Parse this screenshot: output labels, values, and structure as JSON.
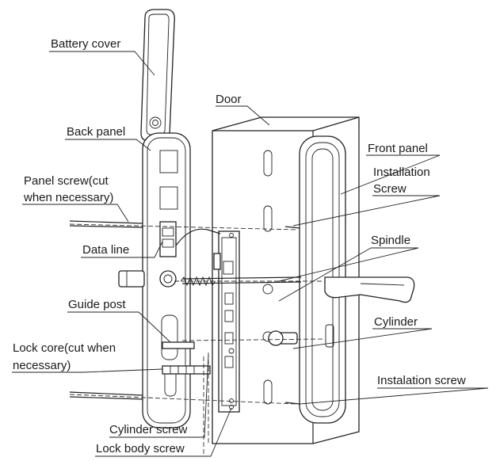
{
  "labels": {
    "battery_cover": "Battery cover",
    "door": "Door",
    "back_panel": "Back panel",
    "front_panel": "Front panel",
    "installation_screw_1": "Installation",
    "installation_screw_2": "Screw",
    "panel_screw_1": "Panel screw(cut",
    "panel_screw_2": "when necessary)",
    "data_line": "Data line",
    "spindle": "Spindle",
    "guide_post": "Guide post",
    "cylinder": "Cylinder",
    "lock_core_1": "Lock core(cut when",
    "lock_core_2": "necessary)",
    "instalation_screw": "Instalation screw",
    "cylinder_screw": "Cylinder screw",
    "lock_body_screw": "Lock body screw"
  }
}
